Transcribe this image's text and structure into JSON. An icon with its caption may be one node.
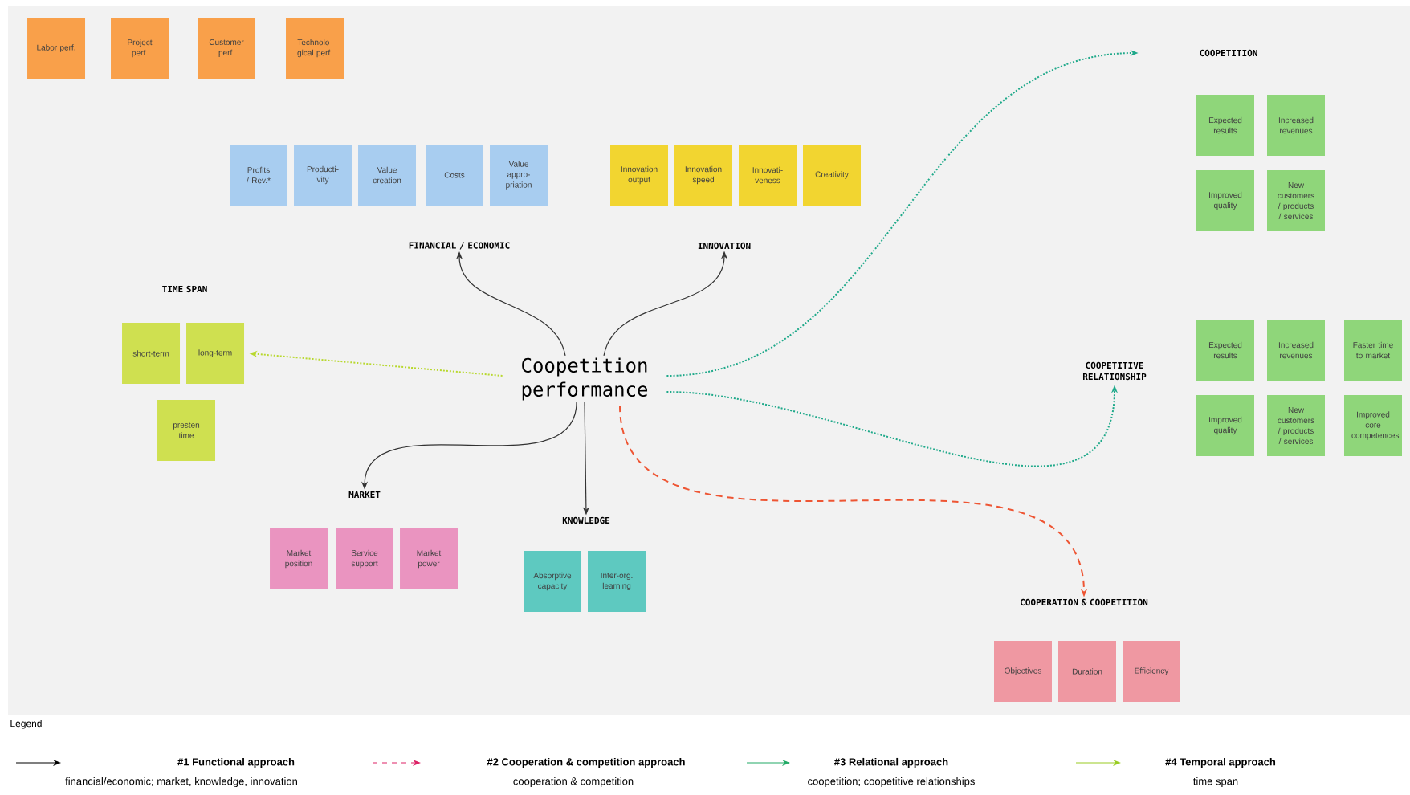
{
  "diagram": {
    "nodes": [
      {
        "text": [
          "Coopetition performance"
        ]
      },
      {
        "text": [
          "FINANCIAL / ECONOMIC"
        ]
      },
      {
        "text": [
          "INNOVATION"
        ]
      },
      {
        "text": [
          "TIME SPAN"
        ]
      },
      {
        "text": [
          "MARKET"
        ]
      },
      {
        "text": [
          "KNOWLEDGE"
        ]
      },
      {
        "text": [
          "COOPETITION"
        ]
      },
      {
        "text": [
          "COOPETITIVE RELATIONSHIP"
        ]
      },
      {
        "text": [
          "COOPERATION & COOPETITION"
        ]
      },
      {
        "text": [
          "Labor perf."
        ]
      },
      {
        "text": [
          "Project perf."
        ]
      },
      {
        "text": [
          "Customer perf."
        ]
      },
      {
        "text": [
          "Technolo-gical perf."
        ]
      },
      {
        "text": [
          "Profits / Rev.*"
        ]
      },
      {
        "text": [
          "Producti-vity"
        ]
      },
      {
        "text": [
          "Value creation"
        ]
      },
      {
        "text": [
          "Costs"
        ]
      },
      {
        "text": [
          "Value appro-priation"
        ]
      },
      {
        "text": [
          "Innovation output"
        ]
      },
      {
        "text": [
          "Innovation speed"
        ]
      },
      {
        "text": [
          "Innovati-veness"
        ]
      },
      {
        "text": [
          "Creativity"
        ]
      },
      {
        "text": [
          "short-term"
        ]
      },
      {
        "text": [
          "long-term"
        ]
      },
      {
        "text": [
          "presten time"
        ]
      },
      {
        "text": [
          "Market position"
        ]
      },
      {
        "text": [
          "Service support"
        ]
      },
      {
        "text": [
          "Market power"
        ]
      },
      {
        "text": [
          "Absorptive capacity"
        ]
      },
      {
        "text": [
          "Inter-org. learning"
        ]
      },
      {
        "text": [
          "Expected results"
        ]
      },
      {
        "text": [
          "Increased revenues"
        ]
      },
      {
        "text": [
          "Improved quality"
        ]
      },
      {
        "text": [
          "New customers / products / services"
        ]
      },
      {
        "text": [
          "Expected results"
        ]
      },
      {
        "text": [
          "Increased revenues"
        ]
      },
      {
        "text": [
          "Faster time to market"
        ]
      },
      {
        "text": [
          "Improved quality"
        ]
      },
      {
        "text": [
          "New customers / products / services"
        ]
      },
      {
        "text": [
          "Improved core competences"
        ]
      },
      {
        "text": [
          "Objectives"
        ]
      },
      {
        "text": [
          "Duration"
        ]
      },
      {
        "text": [
          "Efficiency"
        ]
      }
    ],
    "edges": [
      {
        "from": 0,
        "to": 1,
        "arrow": "to"
      },
      {
        "from": 0,
        "to": 2,
        "arrow": "to"
      },
      {
        "from": 0,
        "to": 4,
        "arrow": "to"
      },
      {
        "from": 0,
        "to": 5,
        "arrow": "to"
      },
      {
        "from": 0,
        "to": 23,
        "arrow": "to",
        "style": "dashed",
        "color": "#b8d82e"
      },
      {
        "from": 0,
        "to": 6,
        "arrow": "to",
        "style": "dashed",
        "color": "#1fa98a"
      },
      {
        "from": 0,
        "to": 7,
        "arrow": "to",
        "style": "dashed",
        "color": "#1fa98a"
      },
      {
        "from": 0,
        "to": 8,
        "arrow": "to",
        "style": "dashed",
        "color": "#ee5533"
      }
    ],
    "labels": [
      "Legend",
      "financial/economic; market, knowledge, innovation",
      "cooperation & competition",
      "coopetition; coopetitive relationships",
      "time span"
    ],
    "legend": [
      {
        "text": "#1 Functional approach"
      },
      {
        "text": "#2 Cooperation & competition approach"
      },
      {
        "text": "#3 Relational approach"
      },
      {
        "text": "#4 Temporal approach"
      }
    ]
  }
}
